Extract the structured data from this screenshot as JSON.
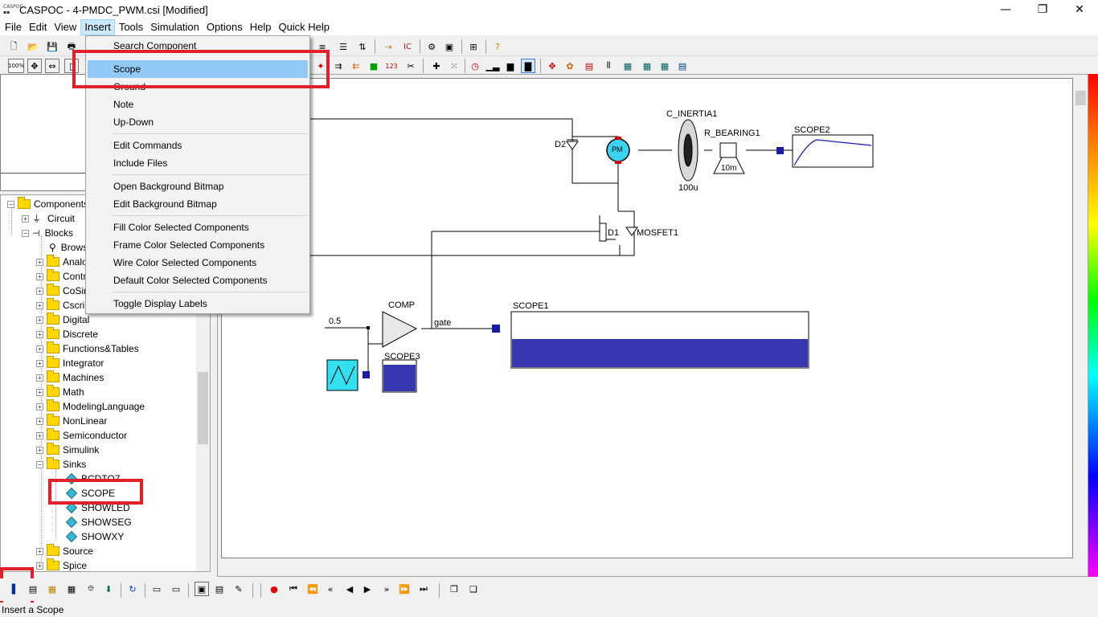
{
  "window": {
    "title": "CASPOC - 4-PMDC_PWM.csi [Modified]",
    "app_icon_text": "CASPOC",
    "minimize_glyph": "—",
    "maximize_glyph": "❐",
    "close_glyph": "✕"
  },
  "menubar": {
    "items": [
      "File",
      "Edit",
      "View",
      "Insert",
      "Tools",
      "Simulation",
      "Options",
      "Help",
      "Quick Help"
    ],
    "active": "Insert"
  },
  "insert_menu": {
    "items": [
      "Search Component",
      "Scope",
      "Ground",
      "Note",
      "Up-Down",
      "Edit Commands",
      "Include Files",
      "Open Background Bitmap",
      "Edit Background Bitmap",
      "Fill Color Selected Components",
      "Frame Color Selected Components",
      "Wire Color Selected Components",
      "Default Color Selected Components",
      "Toggle Display Labels"
    ],
    "highlighted": "Scope"
  },
  "toolbar": {
    "zoom_label": "100%",
    "counter_label": "123",
    "ic_label": "IC"
  },
  "tree": {
    "root": "Components",
    "circuit": "Circuit",
    "blocks": "Blocks",
    "browse": "Browse",
    "folders_top": [
      "Analog",
      "Control",
      "CoSimulation",
      "Cscript"
    ],
    "folders": [
      "Digital",
      "Discrete",
      "Functions&Tables",
      "Integrator",
      "Machines",
      "Math",
      "ModelingLanguage",
      "NonLinear",
      "Semiconductor",
      "Simulink",
      "Sinks"
    ],
    "sinks_children": [
      "BCDTO7",
      "SCOPE",
      "SHOWLED",
      "SHOWSEG",
      "SHOWXY"
    ],
    "folders_bottom": [
      "Source",
      "Spice"
    ]
  },
  "schematic": {
    "labels": {
      "c_inertia": "C_INERTIA1",
      "r_bearing": "R_BEARING1",
      "scope2": "SCOPE2",
      "d2": "D2",
      "pm": "PM",
      "inertia_value": "100u",
      "bearing_value": "10m",
      "d1": "D1",
      "mosfet": "MOSFET1",
      "comp": "COMP",
      "gate": "gate",
      "scope1": "SCOPE1",
      "scope3": "SCOPE3",
      "const_value": "0.5"
    },
    "colors": {
      "scope_blue": "#1a1aa6",
      "source_cyan": "#33e0f0",
      "motor_cyan": "#3ad3ef"
    }
  },
  "statusbar": {
    "text": "Insert a Scope"
  }
}
